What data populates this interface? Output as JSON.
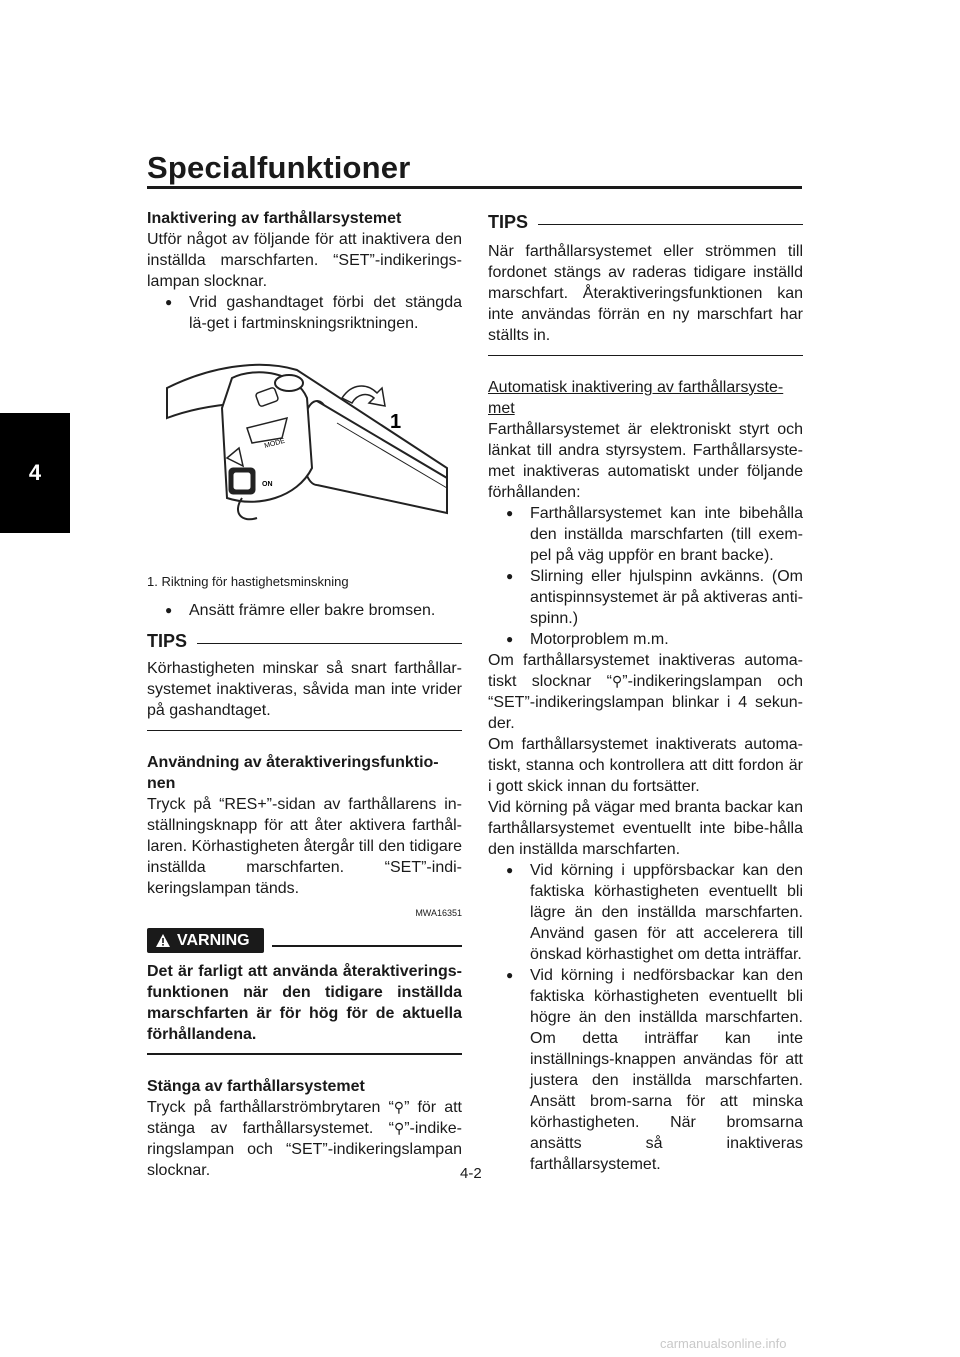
{
  "header": {
    "title": "Specialfunktioner"
  },
  "tab": "4",
  "icons": {
    "cruise": "cruise-control-icon",
    "warning": "warning-triangle-icon"
  },
  "left": {
    "h1": "Inaktivering av farthållarsystemet",
    "p1": "Utför något av följande för att inaktivera den inställda marschfarten. “SET”-indikerings-lampan slocknar.",
    "b1": "Vrid gashandtaget förbi det stängda lä-get i fartminskningsriktningen.",
    "fig_label": "1",
    "fig_text": [
      "MODE",
      "ON"
    ],
    "caption": "1.  Riktning för hastighetsminskning",
    "b2": "Ansätt främre eller bakre bromsen.",
    "tips_label": "TIPS",
    "tips_text": "Körhastigheten minskar så snart farthållar-systemet inaktiveras, såvida man inte vrider på gashandtaget.",
    "h2": "Användning av återaktiveringsfunktio-nen",
    "p2": "Tryck på “RES+”-sidan av farthållarens in-ställningsknapp för att åter aktivera farthål-laren. Körhastigheten återgår till den tidigare inställda marschfarten. “SET”-indi-keringslampan tänds.",
    "code": "MWA16351",
    "warning_label": "VARNING",
    "warning_text": "Det är farligt att använda återaktiverings-funktionen när den tidigare inställda marschfarten är för hög för de aktuella förhållandena.",
    "h3": "Stänga av farthållarsystemet",
    "p3a": "Tryck på farthållarströmbrytaren “",
    "p3b": "” för att stänga av farthållarsystemet. “",
    "p3c": "”-indike-ringslampan och “SET”-indikeringslampan slocknar."
  },
  "right": {
    "tips_label": "TIPS",
    "tips_text": "När farthållarsystemet eller strömmen till fordonet stängs av raderas tidigare inställd marschfart. Återaktiveringsfunktionen kan inte användas förrän en ny marschfart har ställts in.",
    "u1": "Automatisk inaktivering av farthållarsyste-met",
    "p1": "Farthållarsystemet är elektroniskt styrt och länkat till andra styrsystem. Farthållarsyste-met inaktiveras automatiskt under följande förhållanden:",
    "b1": "Farthållarsystemet kan inte bibehålla den inställda marschfarten (till exem-pel på väg uppför en brant backe).",
    "b2": "Slirning eller hjulspinn avkänns. (Om antispinnsystemet är på aktiveras anti-spinn.)",
    "b3": "Motorproblem m.m.",
    "p2a": "Om farthållarsystemet inaktiveras automa-tiskt slocknar “",
    "p2b": "”-indikeringslampan och “SET”-indikeringslampan blinkar i 4 sekun-der.",
    "p3": "Om farthållarsystemet inaktiverats automa-tiskt, stanna och kontrollera att ditt fordon är i gott skick innan du fortsätter.",
    "p4": "Vid körning på vägar med branta backar kan farthållarsystemet eventuellt inte bibe-hålla den inställda marschfarten.",
    "b4": "Vid körning i uppförsbackar kan den faktiska körhastigheten eventuellt bli lägre än den inställda marschfarten. Använd gasen för att accelerera till önskad körhastighet om detta inträffar.",
    "b5": "Vid körning i nedförsbackar kan den faktiska körhastigheten eventuellt bli högre än den inställda marschfarten. Om detta inträffar kan inte inställnings-knappen användas för att justera den inställda marschfarten. Ansätt brom-sarna för att minska körhastigheten. När bromsarna ansätts så inaktiveras farthållarsystemet."
  },
  "page_number": "4-2",
  "watermark": "carmanualsonline.info"
}
